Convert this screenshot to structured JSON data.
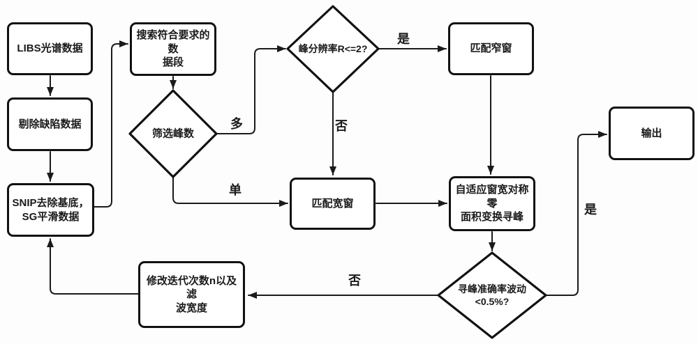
{
  "diagram": {
    "type": "flowchart",
    "background": "#fdfdfd",
    "line_color": "#1a1a1a",
    "nodes": {
      "libs": {
        "shape": "rect",
        "label": "LIBS光谱数据"
      },
      "remove_defect": {
        "shape": "rect",
        "label": "剔除缺陷数据"
      },
      "snip_sg": {
        "shape": "rect",
        "label": "SNIP去除基底，\nSG平滑数据"
      },
      "search_segment": {
        "shape": "rect",
        "label": "搜索符合要求的数\n据段"
      },
      "filter_peaks": {
        "shape": "diamond",
        "label": "筛选峰数"
      },
      "peak_resolution": {
        "shape": "diamond",
        "label": "峰分辨率R<=2?"
      },
      "match_narrow": {
        "shape": "rect",
        "label": "匹配窄窗"
      },
      "match_wide": {
        "shape": "rect",
        "label": "匹配宽窗"
      },
      "adaptive_transform": {
        "shape": "rect",
        "label": "自适应窗宽对称零\n面积变换寻峰"
      },
      "accuracy_check": {
        "shape": "diamond",
        "label": "寻峰准确率波动\n<0.5%?"
      },
      "modify_params": {
        "shape": "rect",
        "label": "修改迭代次数n以及滤\n波宽度"
      },
      "output": {
        "shape": "rect",
        "label": "输出"
      }
    },
    "edge_labels": {
      "many": "多",
      "single": "单",
      "resolution_yes": "是",
      "resolution_no": "否",
      "accuracy_yes": "是",
      "accuracy_no": "否"
    }
  }
}
